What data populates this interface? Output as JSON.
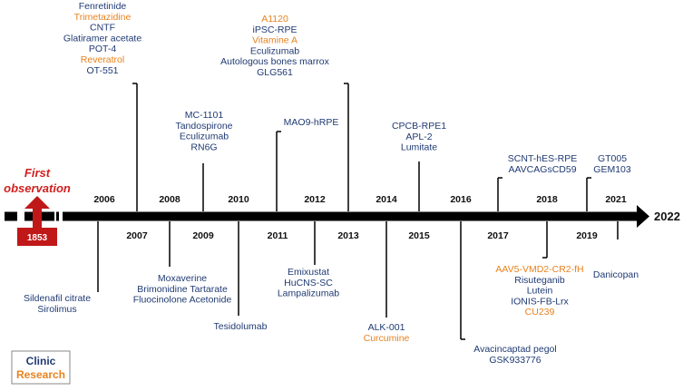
{
  "first_observation": {
    "line1": "First",
    "line2": "observation",
    "year": "1853"
  },
  "end_year": "2022",
  "legend": {
    "clinic": "Clinic",
    "research": "Research"
  },
  "colors": {
    "clinic": "#1f3a73",
    "research": "#e8821e",
    "accent": "#c01818",
    "axis": "#000000"
  },
  "years_top": [
    "2006",
    "2008",
    "2010",
    "2012",
    "2014",
    "2016",
    "2018",
    "2021"
  ],
  "years_bottom": [
    "2007",
    "2009",
    "2011",
    "2013",
    "2015",
    "2017",
    "2019"
  ],
  "groups": [
    {
      "id": "g2007",
      "items": [
        {
          "text": "Fenretinide",
          "type": "clinic"
        },
        {
          "text": "Trimetazidine",
          "type": "research"
        },
        {
          "text": "CNTF",
          "type": "clinic"
        },
        {
          "text": "Glatiramer acetate",
          "type": "clinic"
        },
        {
          "text": "POT-4",
          "type": "clinic"
        },
        {
          "text": "Reveratrol",
          "type": "research"
        },
        {
          "text": "OT-551",
          "type": "clinic"
        }
      ]
    },
    {
      "id": "g2009",
      "items": [
        {
          "text": "MC-1101",
          "type": "clinic"
        },
        {
          "text": "Tandospirone",
          "type": "clinic"
        },
        {
          "text": "Eculizumab",
          "type": "clinic"
        },
        {
          "text": "RN6G",
          "type": "clinic"
        }
      ]
    },
    {
      "id": "g2011",
      "items": [
        {
          "text": "MAO9-hRPE",
          "type": "clinic"
        }
      ]
    },
    {
      "id": "g2013",
      "items": [
        {
          "text": "A1120",
          "type": "research"
        },
        {
          "text": "iPSC-RPE",
          "type": "clinic"
        },
        {
          "text": "Vitamine A",
          "type": "research"
        },
        {
          "text": "Eculizumab",
          "type": "clinic"
        },
        {
          "text": "Autologous bones marrox",
          "type": "clinic"
        },
        {
          "text": "GLG561",
          "type": "clinic"
        }
      ]
    },
    {
      "id": "g2015",
      "items": [
        {
          "text": "CPCB-RPE1",
          "type": "clinic"
        },
        {
          "text": "APL-2",
          "type": "clinic"
        },
        {
          "text": "Lumitate",
          "type": "clinic"
        }
      ]
    },
    {
      "id": "g2017",
      "items": [
        {
          "text": "SCNT-hES-RPE",
          "type": "clinic"
        },
        {
          "text": "AAVCAGsCD59",
          "type": "clinic"
        }
      ]
    },
    {
      "id": "g2019",
      "items": [
        {
          "text": "GT005",
          "type": "clinic"
        },
        {
          "text": "GEM103",
          "type": "clinic"
        }
      ]
    },
    {
      "id": "g2006",
      "items": [
        {
          "text": "Sildenafil citrate",
          "type": "clinic"
        },
        {
          "text": "Sirolimus",
          "type": "clinic"
        }
      ]
    },
    {
      "id": "g2008",
      "items": [
        {
          "text": "Moxaverine",
          "type": "clinic"
        },
        {
          "text": "Brimonidine Tartarate",
          "type": "clinic"
        },
        {
          "text": "Fluocinolone Acetonide",
          "type": "clinic"
        }
      ]
    },
    {
      "id": "g2010",
      "items": [
        {
          "text": "Tesidolumab",
          "type": "clinic"
        }
      ]
    },
    {
      "id": "g2012",
      "items": [
        {
          "text": "Emixustat",
          "type": "clinic"
        },
        {
          "text": "HuCNS-SC",
          "type": "clinic"
        },
        {
          "text": "Lampalizumab",
          "type": "clinic"
        }
      ]
    },
    {
      "id": "g2014",
      "items": [
        {
          "text": "ALK-001",
          "type": "clinic"
        },
        {
          "text": "Curcumine",
          "type": "research"
        }
      ]
    },
    {
      "id": "g2016",
      "items": [
        {
          "text": "Avacincaptad pegol",
          "type": "clinic"
        },
        {
          "text": "GSK933776",
          "type": "clinic"
        }
      ]
    },
    {
      "id": "g2018",
      "items": [
        {
          "text": "AAV5-VMD2-CR2-fH",
          "type": "research"
        },
        {
          "text": "Risuteganib",
          "type": "clinic"
        },
        {
          "text": "Lutein",
          "type": "clinic"
        },
        {
          "text": "IONIS-FB-Lrx",
          "type": "clinic"
        },
        {
          "text": "CU239",
          "type": "research"
        }
      ]
    },
    {
      "id": "g2021",
      "items": [
        {
          "text": "Danicopan",
          "type": "clinic"
        }
      ]
    }
  ]
}
